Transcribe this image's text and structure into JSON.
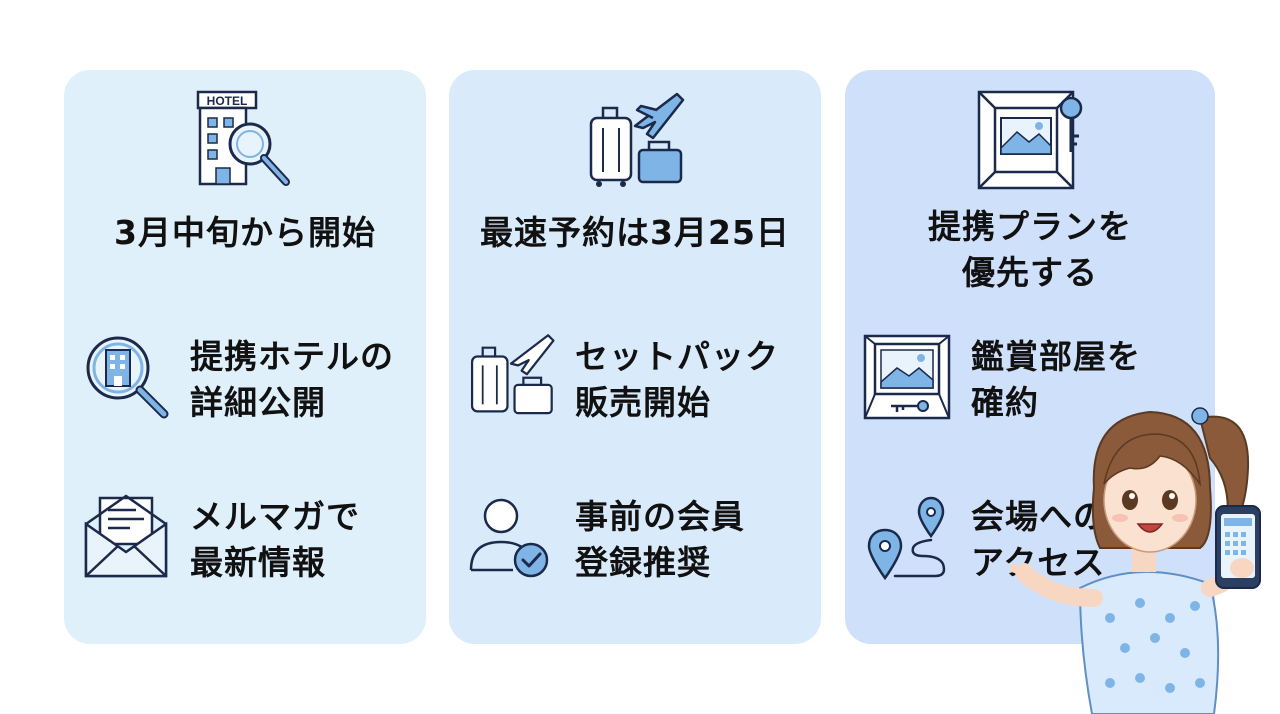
{
  "cards": [
    {
      "title_lines": [
        "3月中旬から開始"
      ],
      "header_icon": "hotel-search-icon",
      "hotel_sign": "HOTEL",
      "items": [
        {
          "icon": "building-magnifier-icon",
          "lines": [
            "提携ホテルの",
            "詳細公開"
          ]
        },
        {
          "icon": "mail-envelope-icon",
          "lines": [
            "メルマガで",
            "最新情報"
          ]
        }
      ]
    },
    {
      "title_lines": [
        "最速予約は3月25日"
      ],
      "header_icon": "luggage-plane-icon",
      "items": [
        {
          "icon": "luggage-plane-icon",
          "lines": [
            "セットパック",
            "販売開始"
          ]
        },
        {
          "icon": "user-check-icon",
          "lines": [
            "事前の会員",
            "登録推奨"
          ]
        }
      ]
    },
    {
      "title_lines": [
        "提携プランを",
        "優先する"
      ],
      "header_icon": "room-key-icon",
      "items": [
        {
          "icon": "picture-frame-key-icon",
          "lines": [
            "鑑賞部屋を",
            "確約"
          ]
        },
        {
          "icon": "route-pin-icon",
          "lines": [
            "会場への",
            "アクセス"
          ]
        }
      ]
    }
  ],
  "colors": {
    "card_1": "#dff0fb",
    "card_2": "#d9eafb",
    "card_3": "#cfe0fa",
    "icon_stroke": "#1b2a4a",
    "icon_accent": "#7fb5e6"
  }
}
